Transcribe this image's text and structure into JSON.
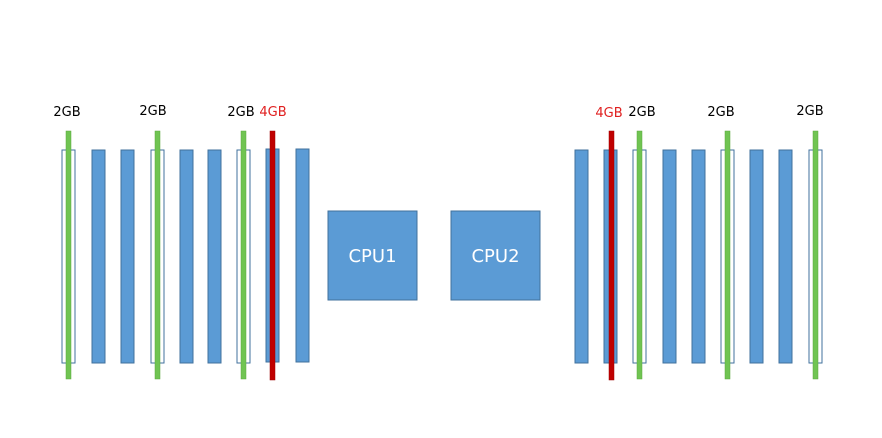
{
  "cpus": [
    {
      "label": "CPU1"
    },
    {
      "label": "CPU2"
    }
  ],
  "memory_sticks": [
    {
      "label": "2GB",
      "size_gb": 2,
      "cpu": "CPU1"
    },
    {
      "label": "2GB",
      "size_gb": 2,
      "cpu": "CPU1"
    },
    {
      "label": "2GB",
      "size_gb": 2,
      "cpu": "CPU1"
    },
    {
      "label": "4GB",
      "size_gb": 4,
      "cpu": "CPU1"
    },
    {
      "label": "4GB",
      "size_gb": 4,
      "cpu": "CPU2"
    },
    {
      "label": "2GB",
      "size_gb": 2,
      "cpu": "CPU2"
    },
    {
      "label": "2GB",
      "size_gb": 2,
      "cpu": "CPU2"
    },
    {
      "label": "2GB",
      "size_gb": 2,
      "cpu": "CPU2"
    }
  ],
  "colors": {
    "cpu_fill": "#5b9bd5",
    "cpu_stroke": "#41719c",
    "cpu_text": "#ffffff",
    "slot_filled": "#5b9bd5",
    "slot_empty_fill": "#ffffff",
    "slot_stroke": "#41719c",
    "stick_2gb": "#70c452",
    "stick_4gb": "#c00000",
    "label_2gb": "#000000",
    "label_4gb": "#e02020"
  }
}
